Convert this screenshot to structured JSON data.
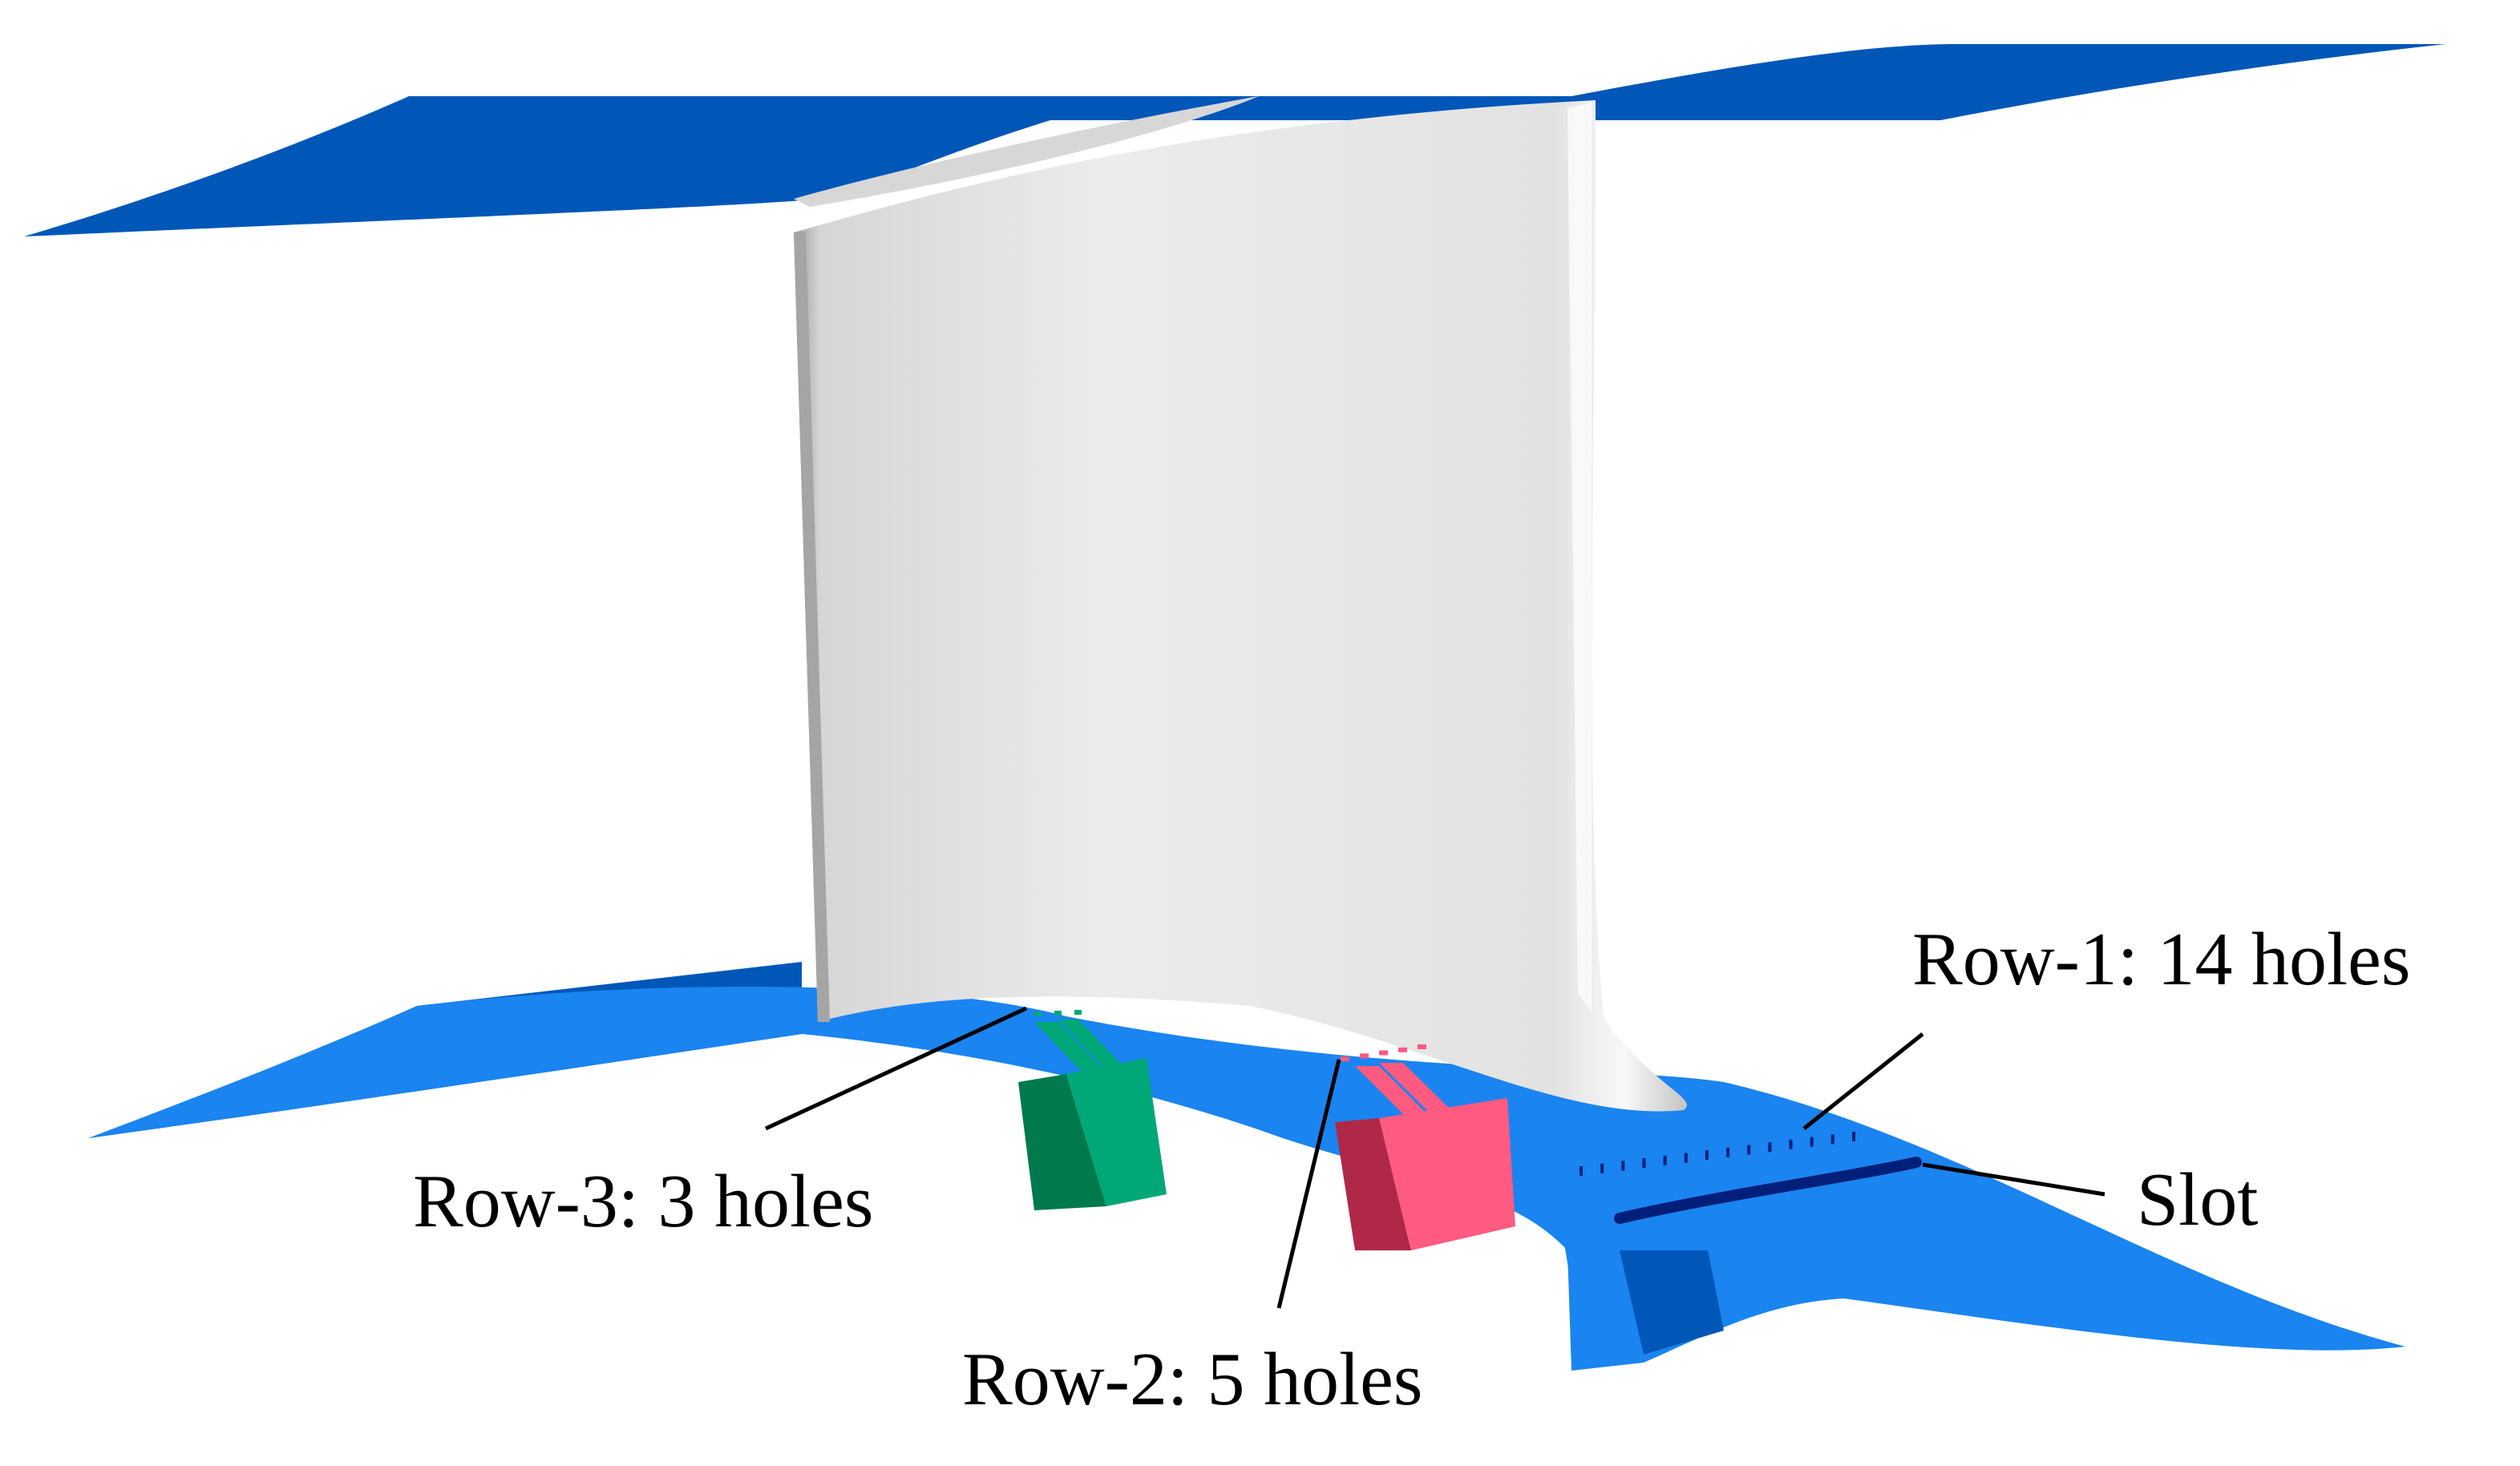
{
  "colors": {
    "endwall_dark": "#0057b8",
    "endwall_light": "#1a84f0",
    "blade_light": "#eeeeee",
    "blade_shadow": "#a9a9a9",
    "plenum_row3_face": "#00a878",
    "plenum_row3_side": "#007a4d",
    "plenum_row2_face": "#ff5a80",
    "plenum_row2_side": "#b02848",
    "slot": "#001f7a",
    "leader_line": "#000000"
  },
  "labels": {
    "row1": "Row-1: 14 holes",
    "row2": "Row-2: 5 holes",
    "row3": "Row-3: 3 holes",
    "slot": "Slot"
  },
  "holes": {
    "row1_count": 14,
    "row2_count": 5,
    "row3_count": 3
  }
}
